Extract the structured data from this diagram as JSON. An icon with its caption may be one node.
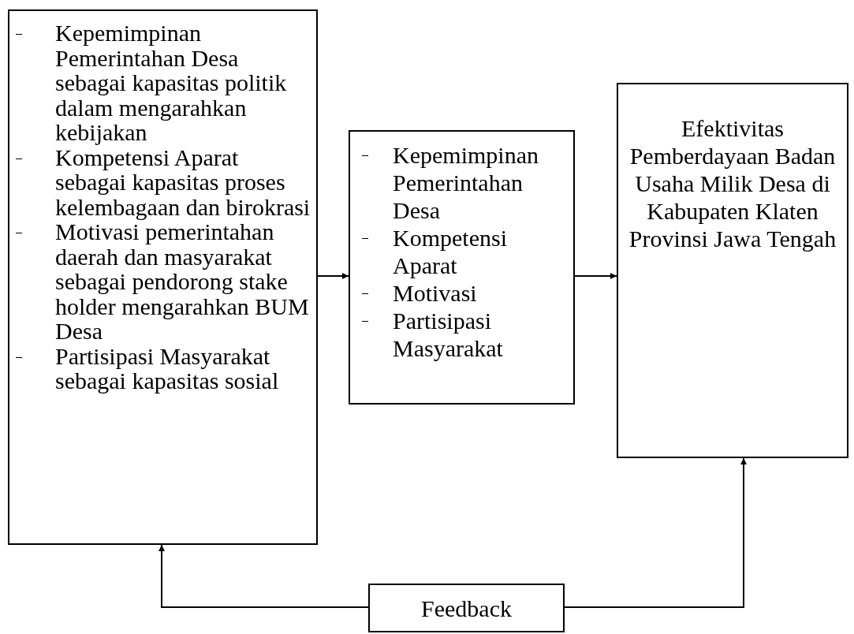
{
  "diagram": {
    "nodes": [
      {
        "text": [
          "Kepemimpinan Pemerintahan Desa sebagai kapasitas politik dalam mengarahkan kebijakan",
          "Kompetensi Aparat sebagai kapasitas proses kelembagaan dan birokrasi",
          "Motivasi pemerintahan daerah dan masyarakat sebagai pendorong stake holder mengarahkan BUM Desa",
          "Partisipasi Masyarakat sebagai kapasitas sosial"
        ]
      },
      {
        "text": [
          "Kepemimpinan Pemerintahan Desa",
          "Kompetensi Aparat",
          "Motivasi",
          "Partisipasi Masyarakat"
        ]
      },
      {
        "text": [
          "Efektivitas Pemberdayaan Badan Usaha Milik Desa di Kabupaten Klaten Provinsi Jawa Tengah"
        ]
      },
      {
        "text": [
          "Feedback"
        ]
      }
    ],
    "edges": [
      {
        "from": 0,
        "to": 1,
        "arrow": "to"
      },
      {
        "from": 1,
        "to": 2,
        "arrow": "to"
      },
      {
        "from": 3,
        "to": 0,
        "arrow": "to"
      },
      {
        "from": 3,
        "to": 2,
        "arrow": "to"
      }
    ]
  }
}
